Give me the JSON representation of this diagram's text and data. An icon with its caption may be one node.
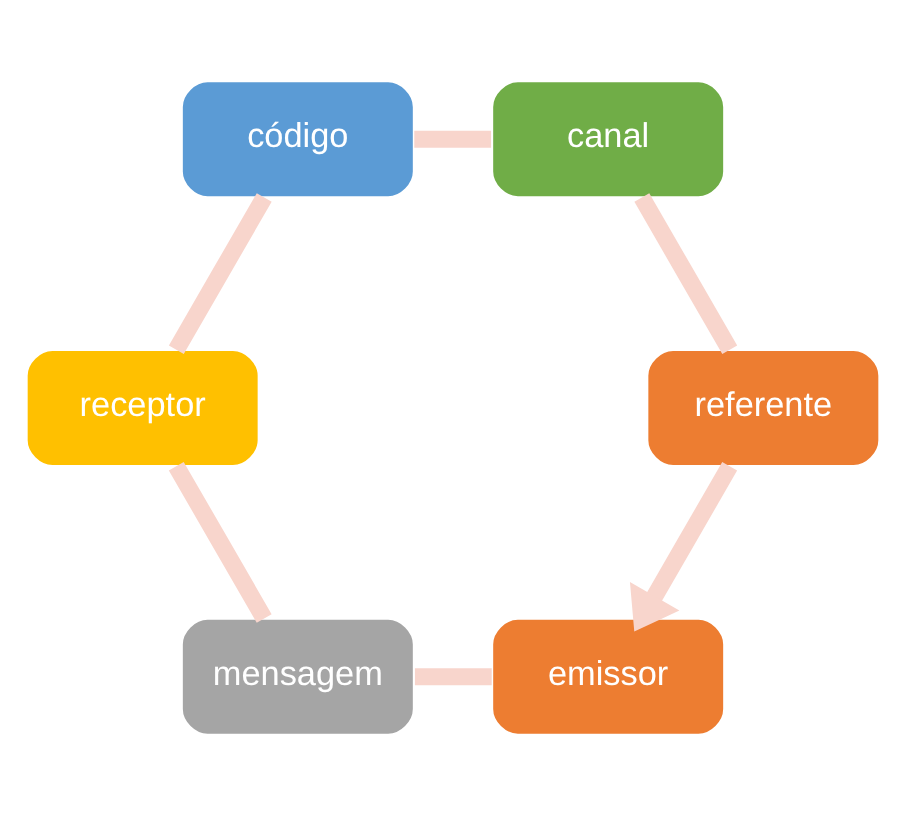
{
  "diagram": {
    "nodes": [
      {
        "text": [
          "emissor"
        ]
      },
      {
        "text": [
          "mensagem"
        ]
      },
      {
        "text": [
          "receptor"
        ]
      },
      {
        "text": [
          "código"
        ]
      },
      {
        "text": [
          "canal"
        ]
      },
      {
        "text": [
          "referente"
        ]
      }
    ],
    "edges": [
      {
        "from": 0,
        "to": 1,
        "arrow": "none"
      },
      {
        "from": 1,
        "to": 2,
        "arrow": "none"
      },
      {
        "from": 2,
        "to": 3,
        "arrow": "none"
      },
      {
        "from": 3,
        "to": 4,
        "arrow": "none"
      },
      {
        "from": 4,
        "to": 5,
        "arrow": "none"
      },
      {
        "from": 5,
        "to": 0,
        "arrow": "to"
      }
    ]
  }
}
